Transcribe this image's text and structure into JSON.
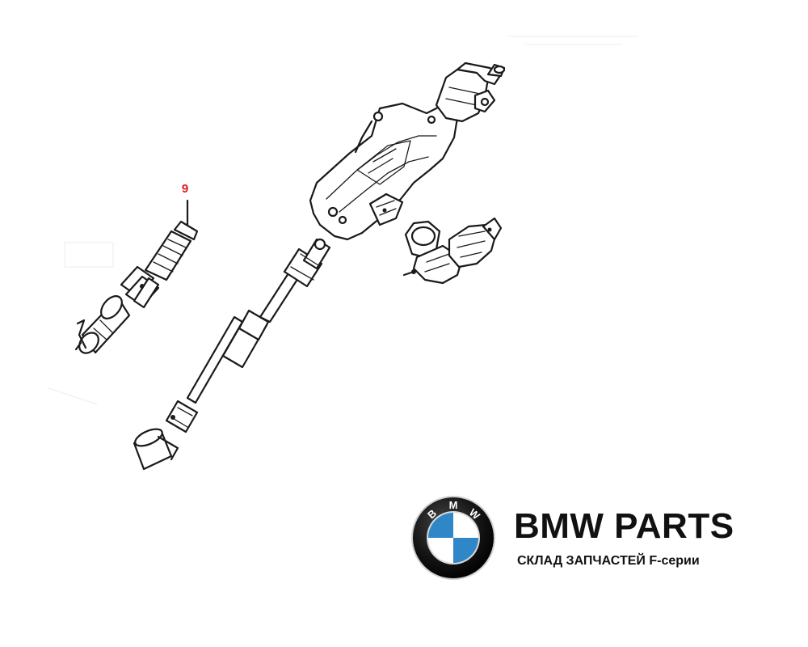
{
  "diagram": {
    "callout_number": "9"
  },
  "brand": {
    "logo_letters": [
      "B",
      "M",
      "W"
    ],
    "title": "BMW PARTS",
    "subtitle": "СКЛАД ЗАПЧАСТЕЙ F-серии",
    "colors": {
      "blue": "#2f87c8",
      "white": "#ffffff",
      "ring": "#111111",
      "callout": "#e0181f"
    }
  }
}
